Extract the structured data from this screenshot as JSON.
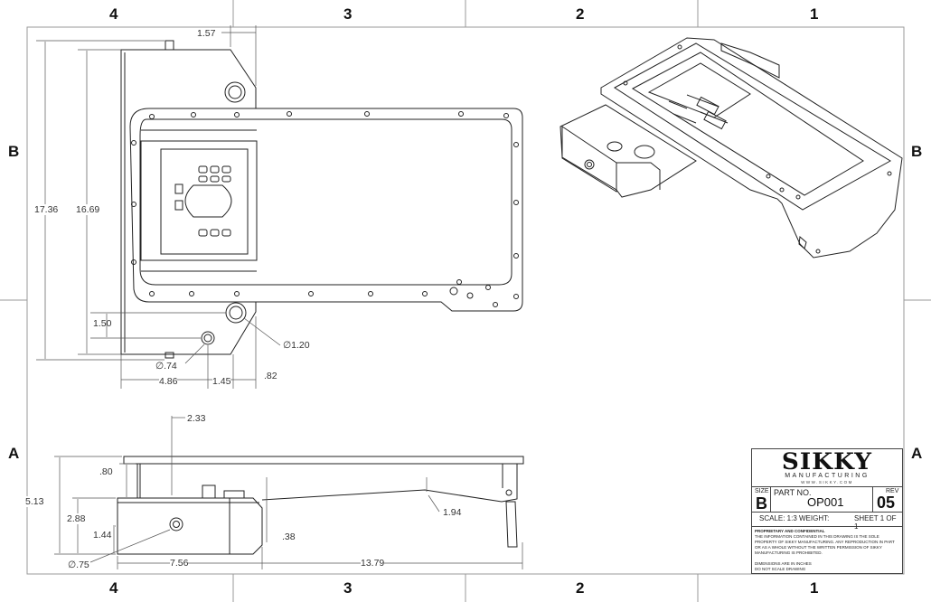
{
  "zones": {
    "top": [
      "4",
      "3",
      "2",
      "1"
    ],
    "bottom": [
      "4",
      "3",
      "2",
      "1"
    ],
    "left": [
      "B",
      "A"
    ],
    "right": [
      "B",
      "A"
    ]
  },
  "dimensions": {
    "top_view": {
      "d_1_57": "1.57",
      "d_17_36": "17.36",
      "d_16_69": "16.69",
      "d_1_50": "1.50",
      "d_dia_1_20": "∅1.20",
      "d_dia_74": "∅.74",
      "d_4_86": "4.86",
      "d_1_45": "1.45",
      "d_82": ".82"
    },
    "side_view": {
      "d_2_33": "2.33",
      "d_80": ".80",
      "d_5_13": "5.13",
      "d_2_88": "2.88",
      "d_1_44": "1.44",
      "d_dia_75": "∅.75",
      "d_7_56": "7.56",
      "d_13_79": "13.79",
      "d_1_94": "1.94",
      "d_38": ".38"
    }
  },
  "title_block": {
    "brand": "SIKKY",
    "brand_sub": "MANUFACTURING",
    "brand_url": "WWW.SIKKY.COM",
    "size_label": "SIZE",
    "size_value": "B",
    "part_label": "PART NO.",
    "part_value": "OP001",
    "rev_label": "REV",
    "rev_value": "05",
    "scale": "SCALE: 1:3",
    "weight": "WEIGHT:",
    "sheet": "SHEET 1 OF 1",
    "proprietary": "PROPRIETARY AND CONFIDENTIAL",
    "confidential_text": "THE INFORMATION CONTAINED IN THIS DRAWING IS THE SOLE PROPERTY OF SIKKY MANUFACTURING. ANY REPRODUCTION IN PART OR AS A WHOLE WITHOUT THE WRITTEN PERMISSION OF SIKKY MANUFACTURING IS PROHIBITED.",
    "units_note": "DIMENSIONS ARE IN INCHES",
    "scale_note": "DO NOT SCALE DRAWING"
  }
}
